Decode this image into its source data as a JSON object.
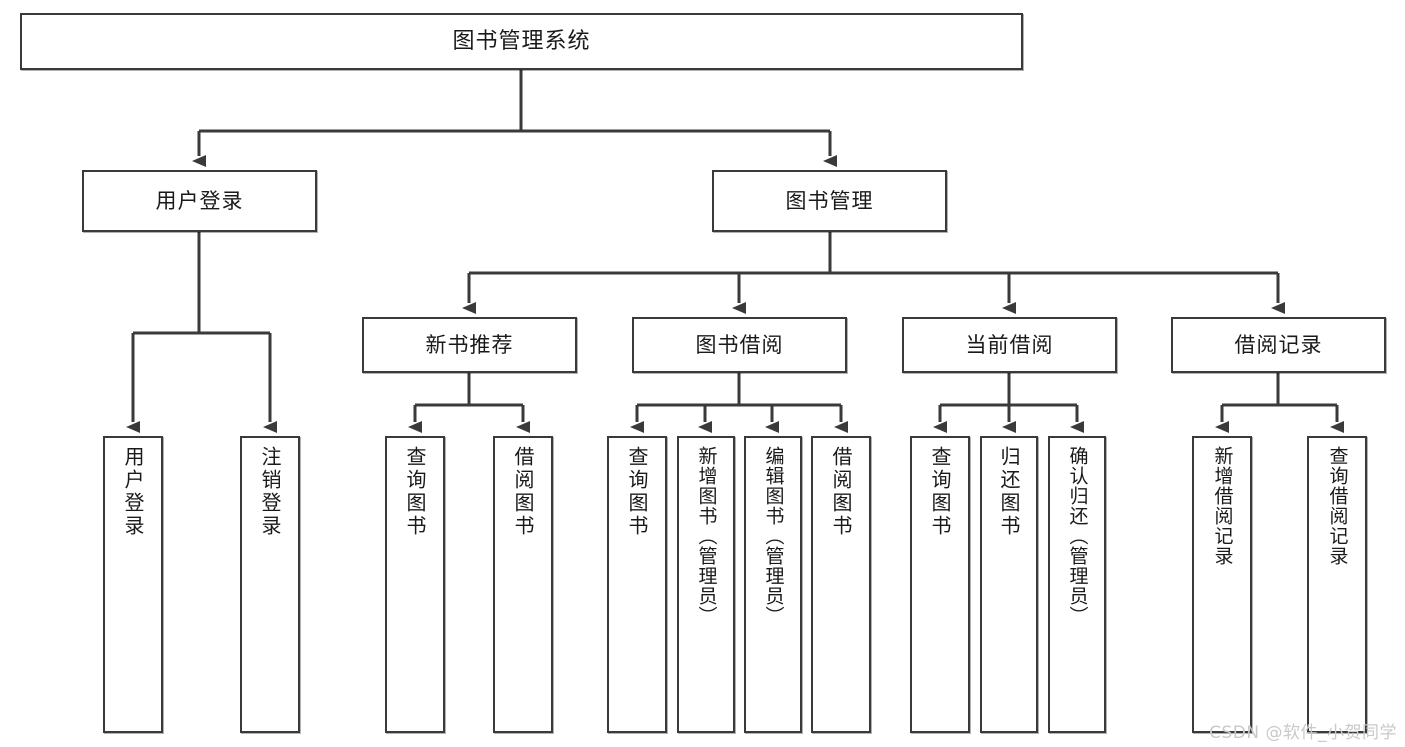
{
  "diagram": {
    "type": "tree",
    "title": "图书管理系统",
    "orientation": "top-down",
    "colors": {
      "background": "#ffffff",
      "node_border": "#3a3a3a",
      "node_fill": "#ffffff",
      "connector": "#3a3a3a",
      "text": "#1a1a1a",
      "watermark": "#c9c9c9"
    },
    "nodes": {
      "root": {
        "label": "图书管理系统"
      },
      "level1": [
        {
          "label": "用户登录"
        },
        {
          "label": "图书管理"
        }
      ],
      "level2": [
        {
          "label": "新书推荐"
        },
        {
          "label": "图书借阅"
        },
        {
          "label": "当前借阅"
        },
        {
          "label": "借阅记录"
        }
      ],
      "leaves": {
        "user_login": [
          {
            "label": "用户登录"
          },
          {
            "label": "注销登录"
          }
        ],
        "new_book_recommend": [
          {
            "label": "查询图书"
          },
          {
            "label": "借阅图书"
          }
        ],
        "book_borrow": [
          {
            "label": "查询图书"
          },
          {
            "label": "新增图书（管理员）"
          },
          {
            "label": "编辑图书（管理员）"
          },
          {
            "label": "借阅图书"
          }
        ],
        "current_borrow": [
          {
            "label": "查询图书"
          },
          {
            "label": "归还图书"
          },
          {
            "label": "确认归还（管理员）"
          }
        ],
        "borrow_record": [
          {
            "label": "新增借阅记录"
          },
          {
            "label": "查询借阅记录"
          }
        ]
      }
    }
  },
  "watermark": {
    "text": "CSDN @软件_小贺同学"
  }
}
